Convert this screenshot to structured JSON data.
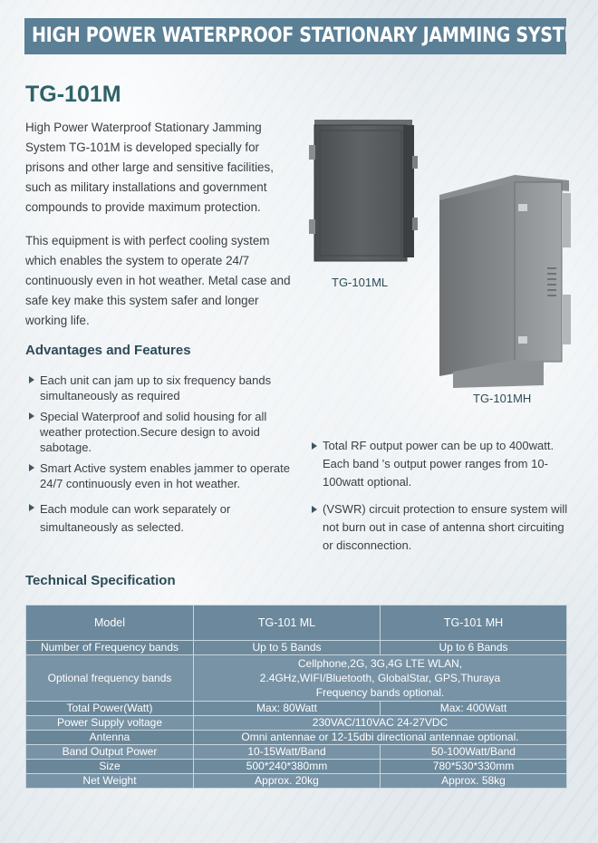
{
  "banner": "HIGH POWER WATERPROOF STATIONARY JAMMING SYSTEM",
  "model": "TG-101M",
  "intro_paragraphs": [
    "High Power Waterproof Stationary Jamming System TG-101M is developed specially for prisons and other large and sensitive facilities, such as military installations and government compounds to provide maximum protection.",
    "This equipment is with perfect cooling system which enables the system to operate 24/7 continuously even in hot weather. Metal case and safe key make this system safer and longer working life."
  ],
  "images": {
    "ml_caption": "TG-101ML",
    "mh_caption": "TG-101MH"
  },
  "advantages": {
    "heading": "Advantages and Features",
    "left": [
      "Each unit can jam up to six frequency bands simultaneously as required",
      "Special Waterproof and solid housing for all weather protection.Secure design to avoid sabotage.",
      "Smart Active system enables jammer to operate 24/7 continuously even in hot weather.",
      "Each module can work separately or simultaneously as selected."
    ],
    "right": [
      "Total RF output power can be up to 400watt. Each band 's output power ranges from 10-100watt optional.",
      "(VSWR) circuit protection to ensure system will not burn out in case of antenna short circuiting or disconnection."
    ]
  },
  "spec": {
    "heading": "Technical Specification",
    "header": [
      "Model",
      "TG-101 ML",
      "TG-101 MH"
    ],
    "rows": [
      {
        "label": "Number of Frequency bands",
        "ml": "Up to 5 Bands",
        "mh": "Up to 6 Bands"
      },
      {
        "label": "Optional frequency bands",
        "merged": "Cellphone,2G, 3G,4G LTE WLAN, 2.4GHz,WIFI/Bluetooth, GlobalStar, GPS,Thuraya Frequency bands optional."
      },
      {
        "label": "Total Power(Watt)",
        "ml": "Max: 80Watt",
        "mh": "Max: 400Watt"
      },
      {
        "label": "Power Supply voltage",
        "merged": "230VAC/110VAC 24-27VDC"
      },
      {
        "label": "Antenna",
        "merged": "Omni antennae or 12-15dbi directional antennae optional."
      },
      {
        "label": "Band Output Power",
        "ml": "10-15Watt/Band",
        "mh": "50-100Watt/Band"
      },
      {
        "label": "Size",
        "ml": "500*240*380mm",
        "mh": "780*530*330mm"
      },
      {
        "label": "Net Weight",
        "ml": "Approx. 20kg",
        "mh": "Approx. 58kg"
      }
    ]
  },
  "colors": {
    "banner": "#5b7f95",
    "title": "#2e6268",
    "table": "#6e8b9e"
  }
}
